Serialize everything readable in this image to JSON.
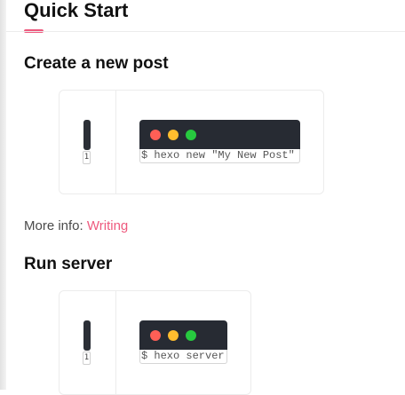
{
  "page": {
    "title": "Quick Start"
  },
  "sections": [
    {
      "heading": "Create a new post",
      "code": {
        "line_number": "1",
        "command": "$ hexo new \"My New Post\""
      }
    },
    {
      "heading": "Run server",
      "code": {
        "line_number": "1",
        "command": "$ hexo server"
      }
    }
  ],
  "more_info": {
    "label": "More info:",
    "link_text": "Writing"
  },
  "colors": {
    "accent": "#ee5a7e",
    "terminal_bg": "#272b33",
    "dot_red": "#ff5f56",
    "dot_yellow": "#ffbd2e",
    "dot_green": "#27c93f"
  },
  "icons": {
    "window_controls": [
      "close-dot-icon",
      "minimize-dot-icon",
      "maximize-dot-icon"
    ]
  }
}
